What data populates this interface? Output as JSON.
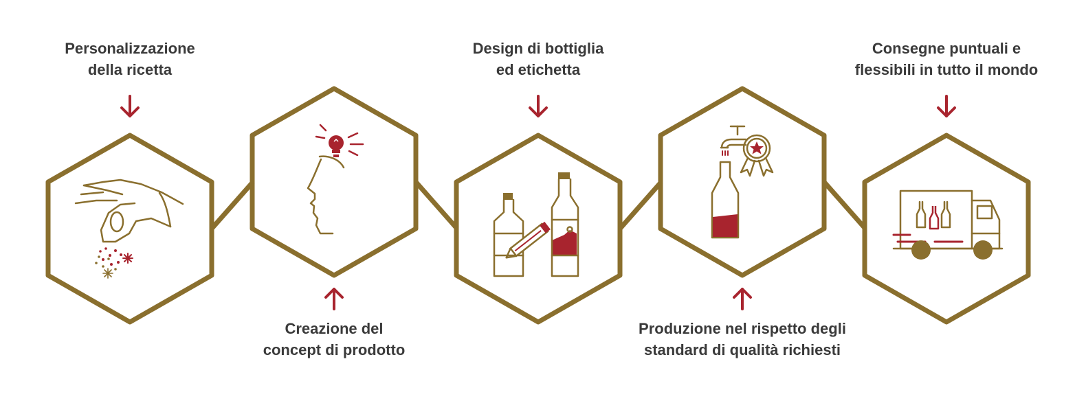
{
  "colors": {
    "frame": "#8a6f2e",
    "accent": "#a8242e",
    "text": "#3a3a3a"
  },
  "steps": [
    {
      "label": [
        "Personalizzazione",
        "della ricetta"
      ],
      "icon": "hand-sprinkling-icon"
    },
    {
      "label": [
        "Creazione del",
        "concept di prodotto"
      ],
      "icon": "head-idea-icon"
    },
    {
      "label": [
        "Design di bottiglia",
        "ed etichetta"
      ],
      "icon": "bottle-design-icon"
    },
    {
      "label": [
        "Produzione nel rispetto degli",
        "standard di qualità richiesti"
      ],
      "icon": "quality-production-icon"
    },
    {
      "label": [
        "Consegne puntuali e",
        "flessibili in tutto il mondo"
      ],
      "icon": "delivery-truck-icon"
    }
  ]
}
